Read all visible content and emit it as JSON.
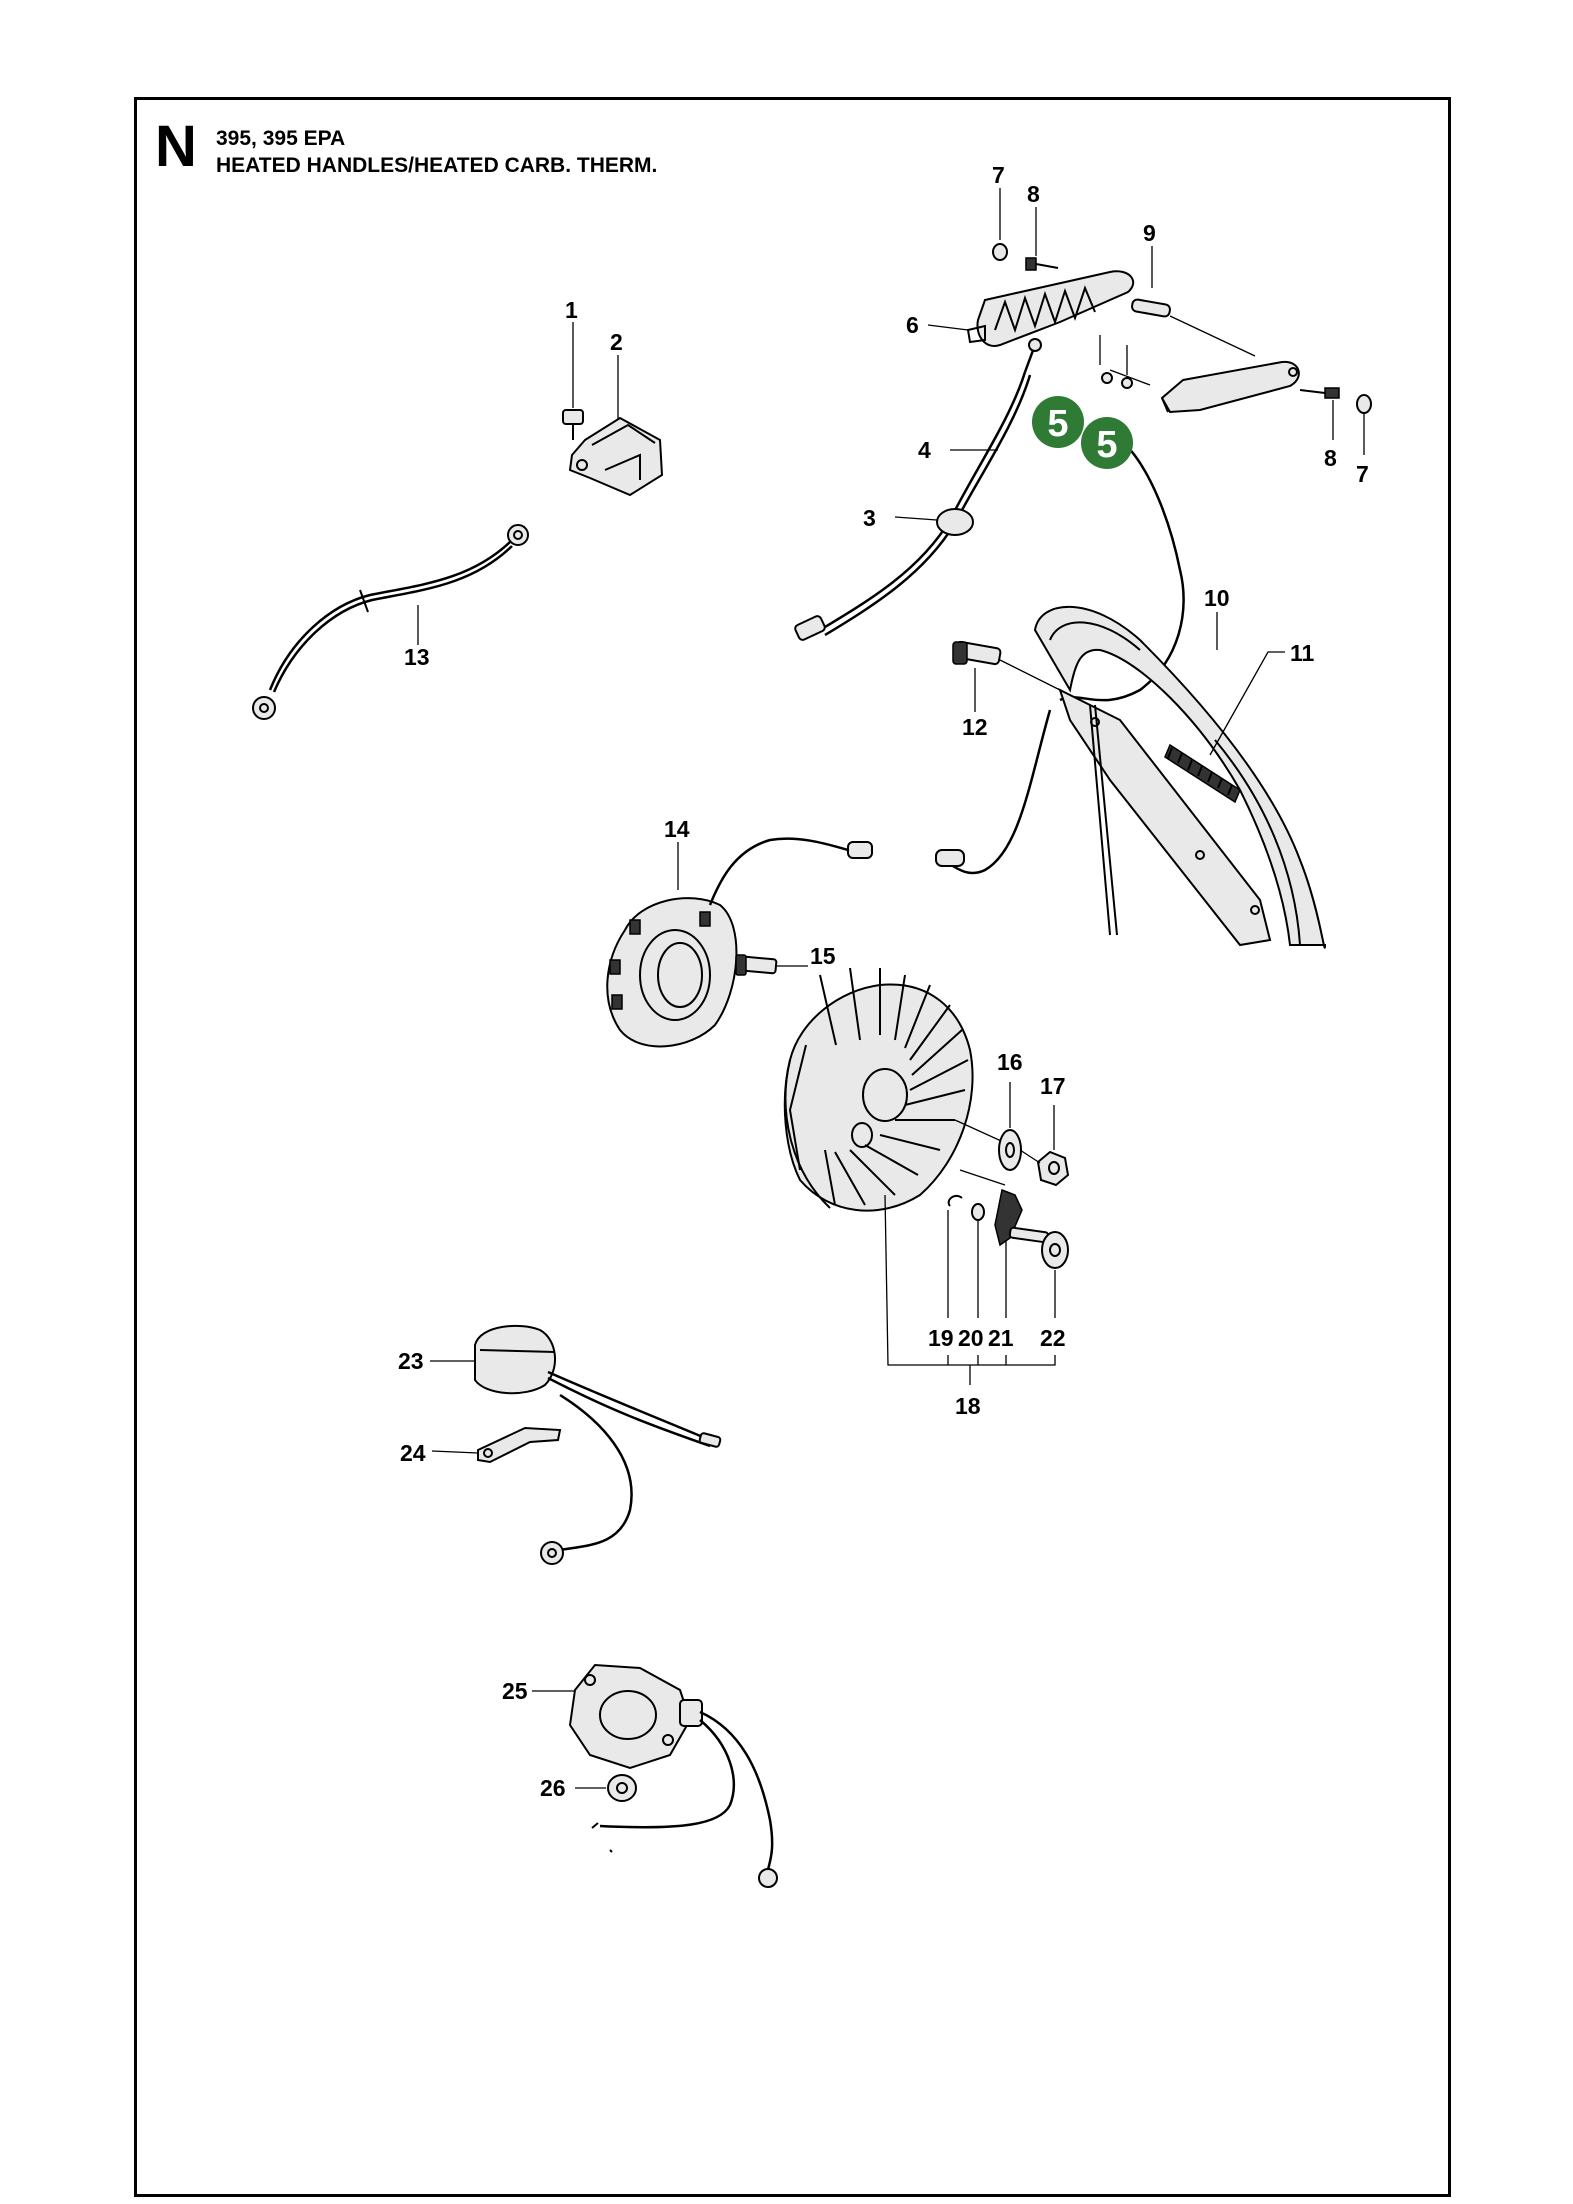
{
  "header": {
    "section_letter": "N",
    "models": "395, 395 EPA",
    "title": "HEATED HANDLES/HEATED CARB. THERM."
  },
  "callouts": {
    "c1": "1",
    "c2": "2",
    "c3": "3",
    "c4": "4",
    "c6": "6",
    "c7a": "7",
    "c7b": "7",
    "c8a": "8",
    "c8b": "8",
    "c9": "9",
    "c10": "10",
    "c11": "11",
    "c12": "12",
    "c13": "13",
    "c14": "14",
    "c15": "15",
    "c16": "16",
    "c17": "17",
    "c18": "18",
    "c19": "19",
    "c20": "20",
    "c21": "21",
    "c22": "22",
    "c23": "23",
    "c24": "24",
    "c25": "25",
    "c26": "26"
  },
  "badges": {
    "b1": "5",
    "b2": "5",
    "color": "#2f7a35"
  }
}
